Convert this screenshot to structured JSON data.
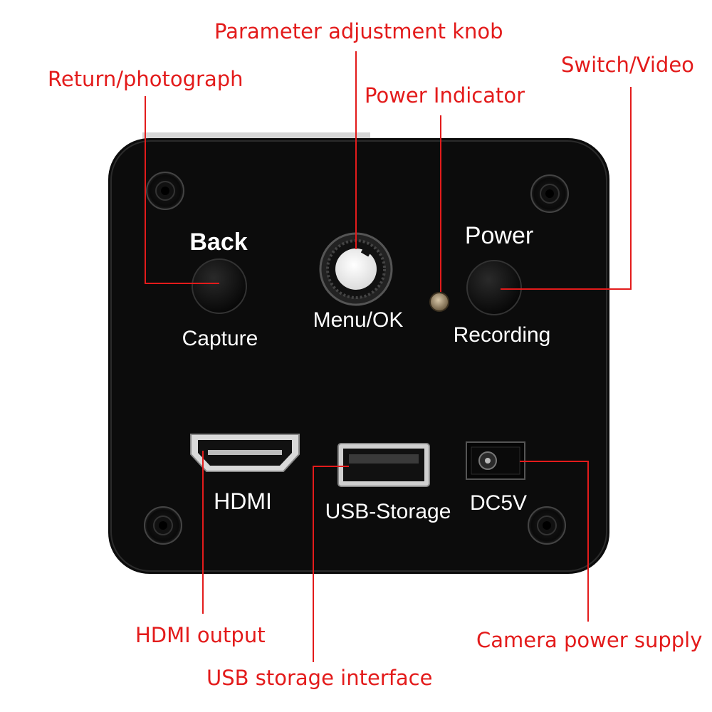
{
  "callouts": {
    "knob": "Parameter adjustment knob",
    "switch": "Switch/Video",
    "return": "Return/photograph",
    "indicator": "Power Indicator",
    "hdmi": "HDMI output",
    "power_supply": "Camera power supply",
    "usb": "USB storage interface"
  },
  "panel": {
    "back_label": "Back",
    "capture_label": "Capture",
    "menu_label": "Menu/OK",
    "power_label": "Power",
    "recording_label": "Recording",
    "hdmi_label": "HDMI",
    "usb_label": "USB-Storage",
    "dc_label": "DC5V"
  },
  "colors": {
    "callout": "#e31b1b",
    "panel": "#0c0c0c",
    "label": "#ffffff"
  }
}
